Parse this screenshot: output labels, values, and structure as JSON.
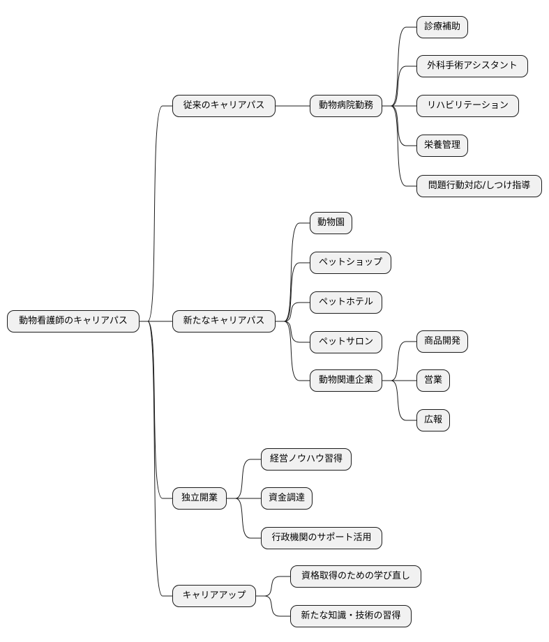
{
  "root": {
    "id": "root",
    "label": "動物看護師のキャリアパス",
    "children": [
      {
        "id": "traditional",
        "label": "従来のキャリアパス",
        "children": [
          {
            "id": "hospital",
            "label": "動物病院勤務",
            "children": [
              {
                "id": "h1",
                "label": "診療補助"
              },
              {
                "id": "h2",
                "label": "外科手術アシスタント"
              },
              {
                "id": "h3",
                "label": "リハビリテーション"
              },
              {
                "id": "h4",
                "label": "栄養管理"
              },
              {
                "id": "h5",
                "label": "問題行動対応/しつけ指導"
              }
            ]
          }
        ]
      },
      {
        "id": "new",
        "label": "新たなキャリアパス",
        "children": [
          {
            "id": "n1",
            "label": "動物園"
          },
          {
            "id": "n2",
            "label": "ペットショップ"
          },
          {
            "id": "n3",
            "label": "ペットホテル"
          },
          {
            "id": "n4",
            "label": "ペットサロン"
          },
          {
            "id": "n5",
            "label": "動物関連企業",
            "children": [
              {
                "id": "c1",
                "label": "商品開発"
              },
              {
                "id": "c2",
                "label": "営業"
              },
              {
                "id": "c3",
                "label": "広報"
              }
            ]
          }
        ]
      },
      {
        "id": "indep",
        "label": "独立開業",
        "children": [
          {
            "id": "i1",
            "label": "経営ノウハウ習得"
          },
          {
            "id": "i2",
            "label": "資金調達"
          },
          {
            "id": "i3",
            "label": "行政機関のサポート活用"
          }
        ]
      },
      {
        "id": "up",
        "label": "キャリアアップ",
        "children": [
          {
            "id": "u1",
            "label": "資格取得のための学び直し"
          },
          {
            "id": "u2",
            "label": "新たな知識・技術の習得"
          }
        ]
      }
    ]
  }
}
